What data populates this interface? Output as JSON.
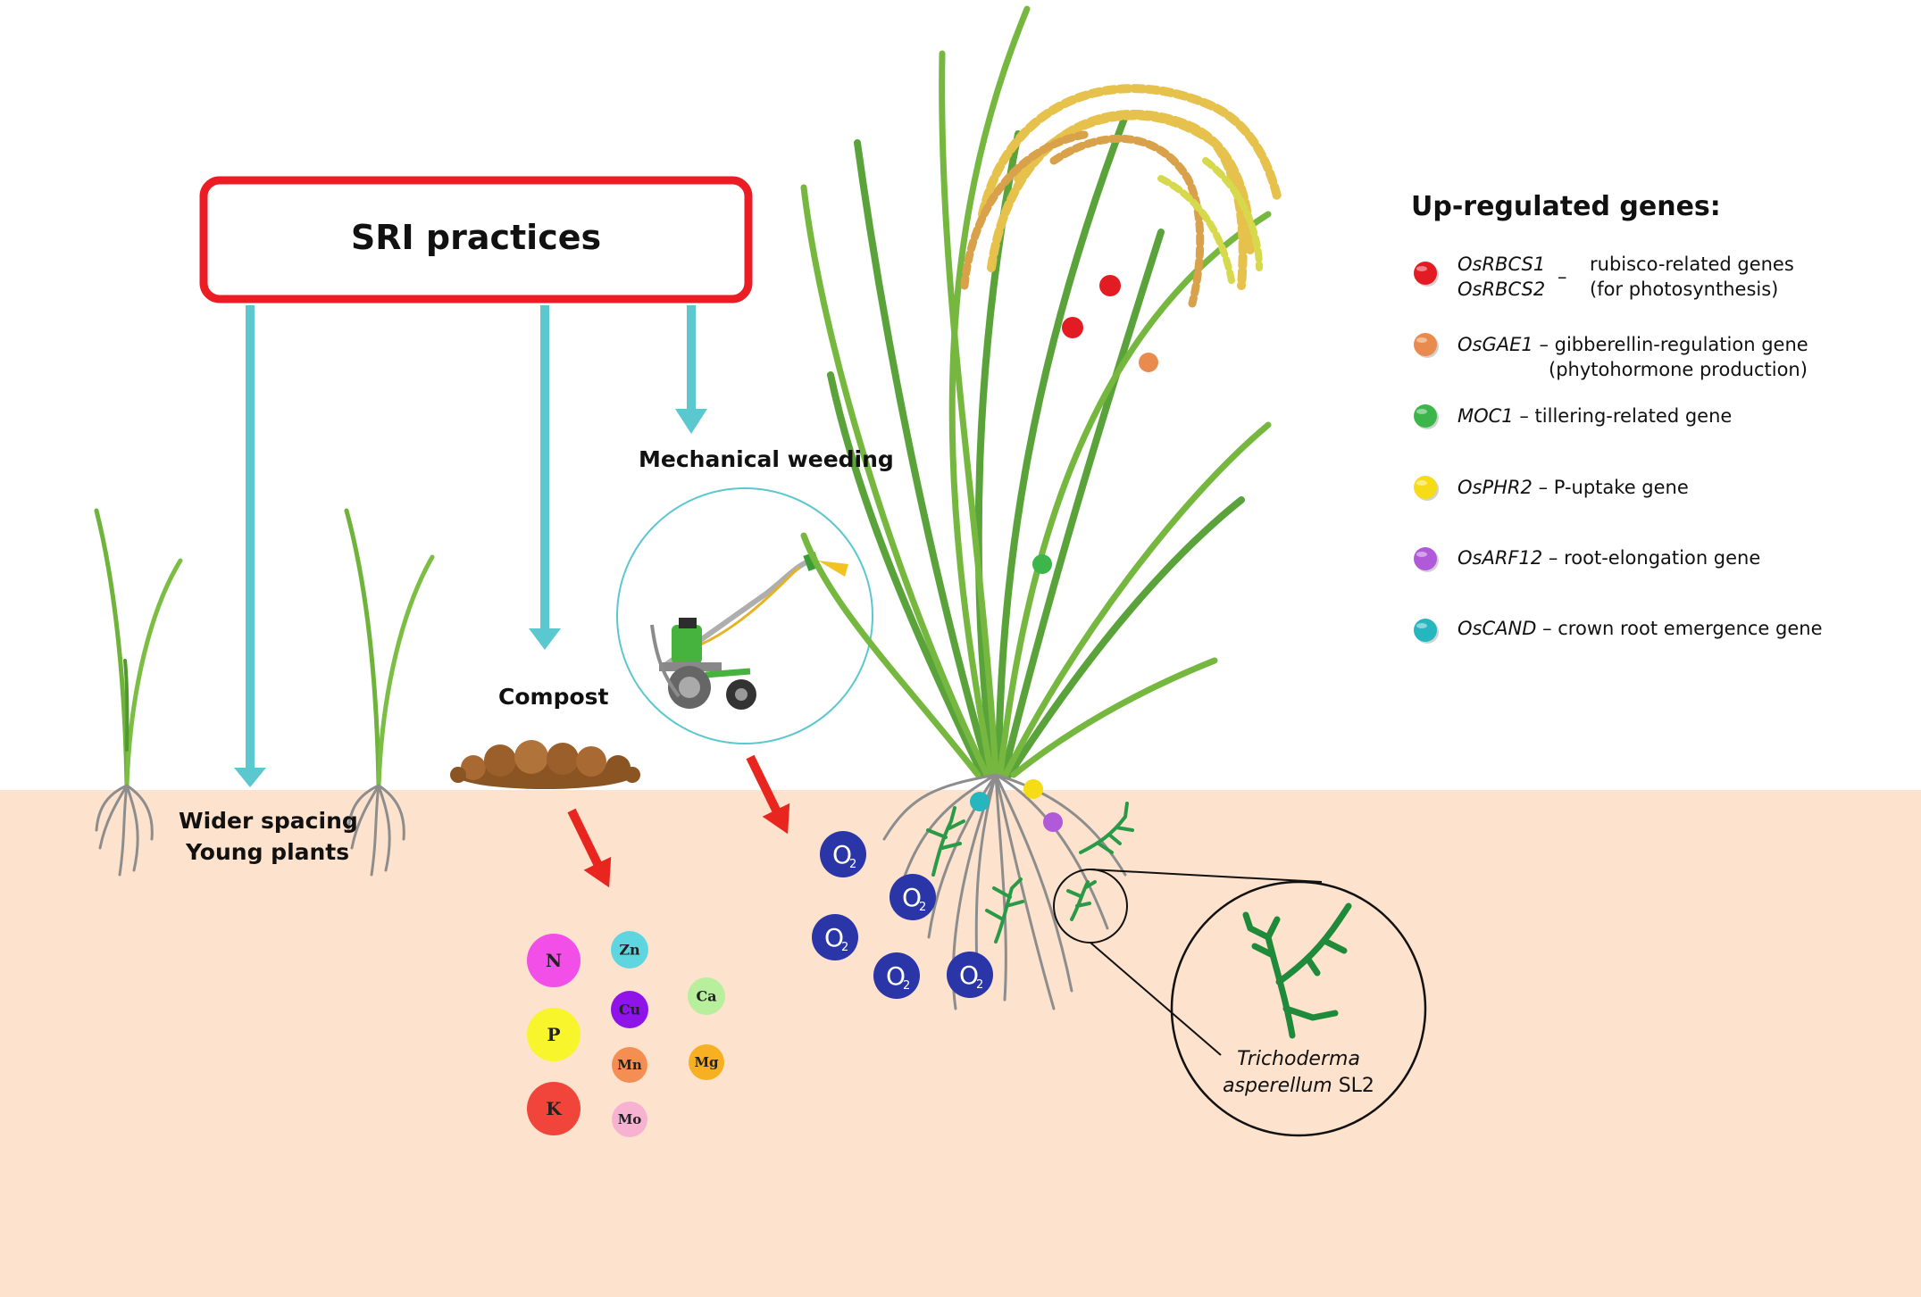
{
  "sri_box": {
    "title": "SRI practices",
    "border_color": "#ec1c24"
  },
  "arrow_colors": {
    "practice": "#5bc7cf",
    "effect": "#e8251f"
  },
  "soil_color": "#fde3cd",
  "practices": {
    "weeding": "Mechanical weeding",
    "compost": "Compost",
    "spacing_line1": "Wider spacing",
    "spacing_line2": "Young plants"
  },
  "nutrients": [
    {
      "symbol": "N",
      "color": "#f24ee8"
    },
    {
      "symbol": "Zn",
      "color": "#5fd6df"
    },
    {
      "symbol": "Cu",
      "color": "#8e14ea"
    },
    {
      "symbol": "Ca",
      "color": "#b8ef9c"
    },
    {
      "symbol": "P",
      "color": "#f8f52c"
    },
    {
      "symbol": "Mn",
      "color": "#f58e52"
    },
    {
      "symbol": "Mg",
      "color": "#f7b021"
    },
    {
      "symbol": "K",
      "color": "#f1453b"
    },
    {
      "symbol": "Mo",
      "color": "#f7b2d2"
    }
  ],
  "oxygen": {
    "symbol": "O",
    "subscript": "2",
    "color": "#2a36a8"
  },
  "legend": {
    "title": "Up-regulated genes:",
    "genes": [
      {
        "names": [
          "OsRBCS1",
          "OsRBCS2"
        ],
        "dash": "–",
        "description": [
          "rubisco-related genes",
          "(for photosynthesis)"
        ],
        "color": "#e31b23",
        "icon": "red-gene-dot-icon"
      },
      {
        "names": [
          "OsGAE1"
        ],
        "dash": "–",
        "description": [
          "gibberellin-regulation gene",
          "(phytohormone production)"
        ],
        "color": "#e98b4e",
        "icon": "orange-gene-dot-icon"
      },
      {
        "names": [
          "MOC1"
        ],
        "dash": "–",
        "description": [
          "tillering-related gene"
        ],
        "color": "#3cb54a",
        "icon": "green-gene-dot-icon"
      },
      {
        "names": [
          "OsPHR2"
        ],
        "dash": "–",
        "description": [
          "P-uptake gene"
        ],
        "color": "#f6dc16",
        "icon": "yellow-gene-dot-icon"
      },
      {
        "names": [
          "OsARF12"
        ],
        "dash": "–",
        "description": [
          "root-elongation gene"
        ],
        "color": "#b05ad9",
        "icon": "purple-gene-dot-icon"
      },
      {
        "names": [
          "OsCAND"
        ],
        "dash": "–",
        "description": [
          "crown root emergence gene"
        ],
        "color": "#25b6c0",
        "icon": "teal-gene-dot-icon"
      }
    ]
  },
  "trichoderma": {
    "line1": "Trichoderma",
    "line2_italic": "asperellum",
    "line2_rest": " SL2",
    "color": "#1e8a3a"
  }
}
